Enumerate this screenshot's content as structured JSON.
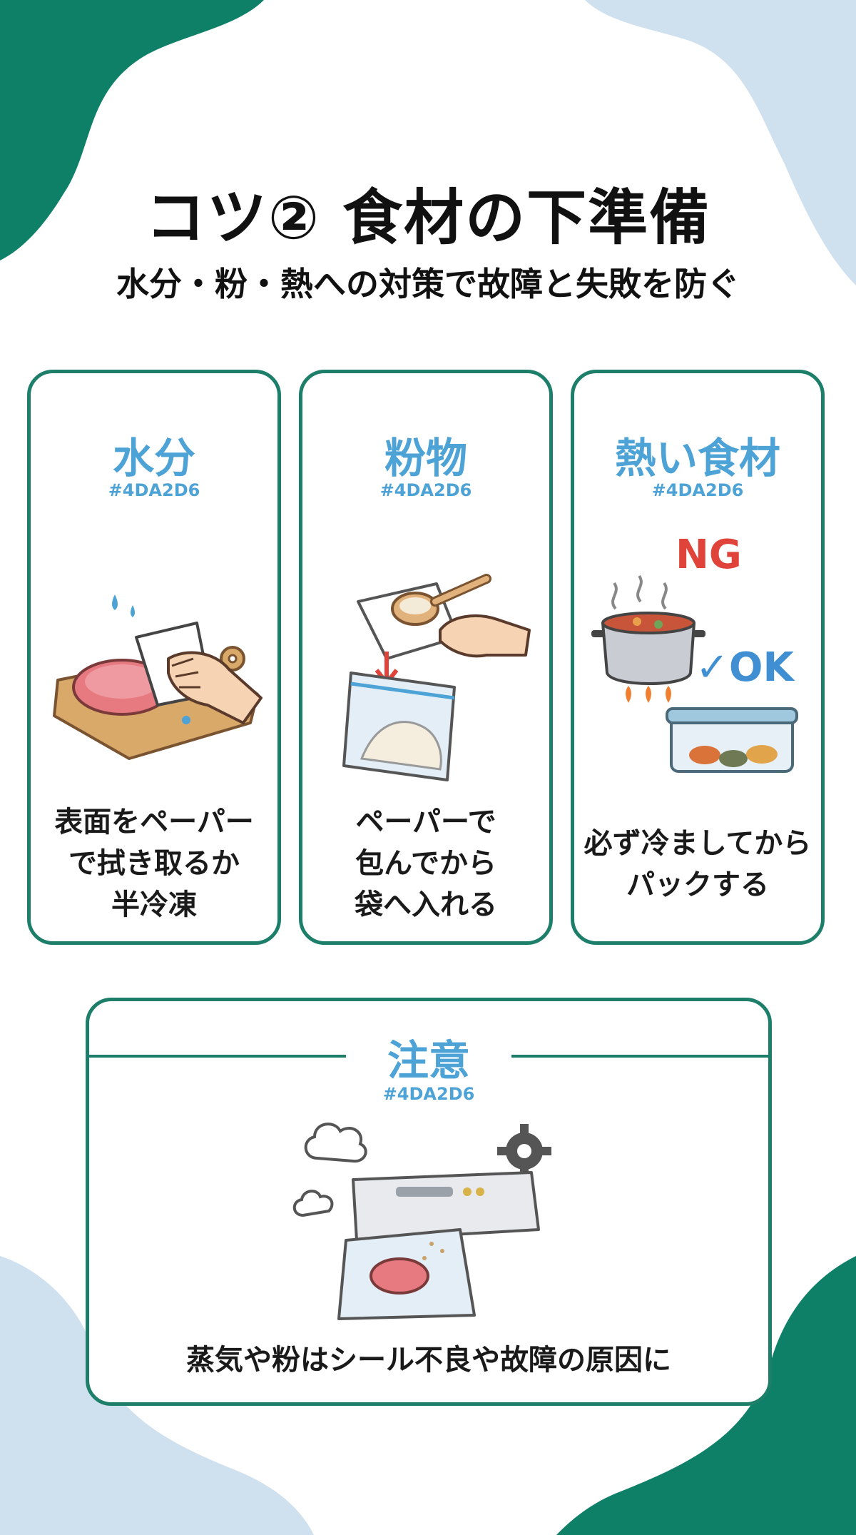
{
  "header": {
    "title": "コツ② 食材の下準備",
    "subtitle": "水分・粉・熱への対策で故障と失敗を防ぐ"
  },
  "colors": {
    "accent_blue": "#4DA2D6",
    "border_green": "#1d7f6a",
    "corner_green": "#0e8068",
    "corner_blue": "#cfe0ee",
    "ng_red": "#e0433a",
    "ok_blue": "#3f8fd2"
  },
  "cards": [
    {
      "title": "水分",
      "code": "#4DA2D6",
      "icon": "paper-towel-on-meat-icon",
      "text": "表面をペーパー\nで拭き取るか\n半冷凍"
    },
    {
      "title": "粉物",
      "code": "#4DA2D6",
      "icon": "powder-in-bag-icon",
      "text": "ペーパーで\n包んでから\n袋へ入れる"
    },
    {
      "title": "熱い食材",
      "code": "#4DA2D6",
      "icon": "hot-pot-and-container-icon",
      "text": "必ず冷ましてから\nパックする",
      "ng_label": "NG",
      "ok_label": "✓OK"
    }
  ],
  "caution": {
    "title": "注意",
    "code": "#4DA2D6",
    "icon": "vacuum-sealer-steam-icon",
    "text": "蒸気や粉はシール不良や故障の原因に"
  }
}
